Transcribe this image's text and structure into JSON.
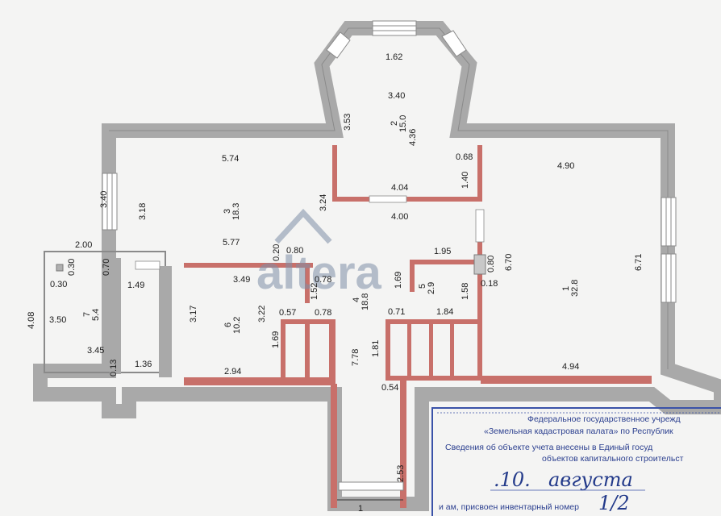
{
  "watermark": {
    "text": "altera"
  },
  "colors": {
    "wall": "#a9a9a9",
    "wall_edge": "#7f7f7f",
    "partition": "#c8706a",
    "stamp": "#3a52a8",
    "watermark": "#7f8fa8"
  },
  "rooms": [
    {
      "number": "1",
      "area": "32.8"
    },
    {
      "number": "2",
      "area": "15.0"
    },
    {
      "number": "3",
      "area": "18.3"
    },
    {
      "number": "4",
      "area": "18.8"
    },
    {
      "number": "5",
      "area": "2.9"
    },
    {
      "number": "6",
      "area": "10.2"
    },
    {
      "number": "7",
      "area": "5.4"
    }
  ],
  "dims": {
    "d162": "1.62",
    "d340a": "3.40",
    "d353": "3.53",
    "d436": "4.36",
    "d068": "0.68",
    "d140": "1.40",
    "d404": "4.04",
    "d400": "4.00",
    "d574": "5.74",
    "d340b": "3.40",
    "d318": "3.18",
    "d324": "3.24",
    "d577": "5.77",
    "d020": "0.20",
    "d080a": "0.80",
    "d200": "2.00",
    "d030a": "0.30",
    "d070": "0.70",
    "d030b": "0.30",
    "d149": "1.49",
    "d349": "3.49",
    "d078a": "0.78",
    "d152": "1.52",
    "d169a": "1.69",
    "d195": "1.95",
    "d080b": "0.80",
    "d018": "0.18",
    "d158": "1.58",
    "d670": "6.70",
    "d671": "6.71",
    "d490": "4.90",
    "d408": "4.08",
    "d350": "3.50",
    "d317": "3.17",
    "d322": "3.22",
    "d057": "0.57",
    "d078b": "0.78",
    "d071": "0.71",
    "d184": "1.84",
    "d169b": "1.69",
    "d181": "1.81",
    "d778": "7.78",
    "d345": "3.45",
    "d013": "0.13",
    "d136": "1.36",
    "d294": "2.94",
    "d054": "0.54",
    "d494": "4.94",
    "d253": "2.53"
  },
  "section_mark": "1",
  "stamp": {
    "line1": "Федеральное государственное учрежд",
    "line2": "«Земельная кадастровая палата» по Республик",
    "line3": "Сведения об объекте учета внесены в Единый госуд",
    "line4": "объектов капитального строительст",
    "day": ".10.",
    "month": "августа",
    "inv_label": "и ам, присвоен инвентарный номер",
    "inv_value": "1/2"
  }
}
